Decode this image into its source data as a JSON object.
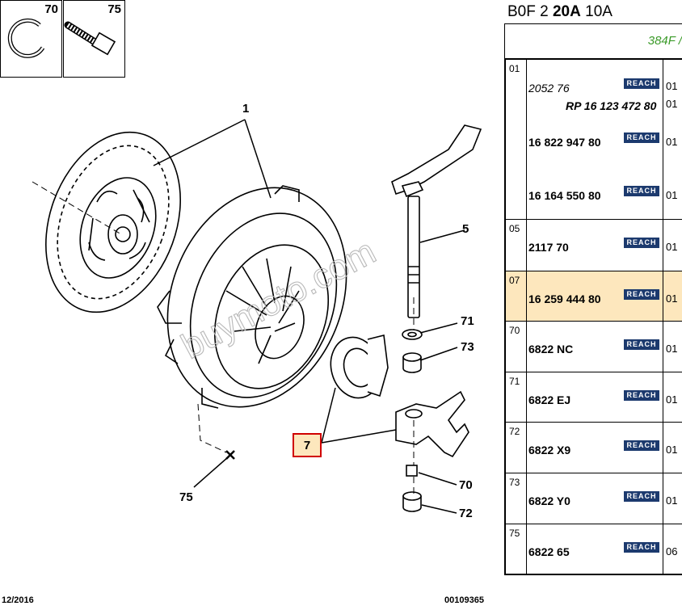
{
  "diagram": {
    "thumbnails": [
      {
        "num": "70",
        "icon": "circlip-ring"
      },
      {
        "num": "75",
        "icon": "bolt"
      }
    ],
    "callouts": {
      "c1": "1",
      "c5": "5",
      "c71": "71",
      "c73": "73",
      "c7": "7",
      "c70": "70",
      "c72": "72",
      "c75": "75"
    },
    "watermark": "buymoto.com",
    "footer_left": "12/2016",
    "footer_right": "00109365"
  },
  "panel": {
    "title_pre": "B0F 2 ",
    "title_bold": "20A",
    "title_post": " 10A",
    "subtitle": "384F /",
    "reach_label": "REACH",
    "rows": [
      {
        "pos": "01",
        "lines": [
          {
            "ref": "2052 76",
            "qty": "01"
          },
          {
            "ref": "RP 16 123 472 80",
            "qty": "01"
          },
          {
            "ref": "16 822 947 80",
            "qty": "01"
          },
          {
            "ref": "16 164 550 80",
            "qty": "01"
          }
        ]
      },
      {
        "pos": "05",
        "lines": [
          {
            "ref": "2117 70",
            "qty": "01"
          }
        ]
      },
      {
        "pos": "07",
        "lines": [
          {
            "ref": "16 259 444 80",
            "qty": "01"
          }
        ]
      },
      {
        "pos": "70",
        "lines": [
          {
            "ref": "6822 NC",
            "qty": "01"
          }
        ]
      },
      {
        "pos": "71",
        "lines": [
          {
            "ref": "6822 EJ",
            "qty": "01"
          }
        ]
      },
      {
        "pos": "72",
        "lines": [
          {
            "ref": "6822 X9",
            "qty": "01"
          }
        ]
      },
      {
        "pos": "73",
        "lines": [
          {
            "ref": "6822 Y0",
            "qty": "01"
          }
        ]
      },
      {
        "pos": "75",
        "lines": [
          {
            "ref": "6822 65",
            "qty": "06"
          }
        ]
      }
    ],
    "selected_pos": "07"
  },
  "colors": {
    "highlight_fill": "#fde7bd",
    "highlight_border": "#d00000",
    "reach_badge": "#1c3a6e",
    "subtitle_green": "#3a9a28"
  }
}
